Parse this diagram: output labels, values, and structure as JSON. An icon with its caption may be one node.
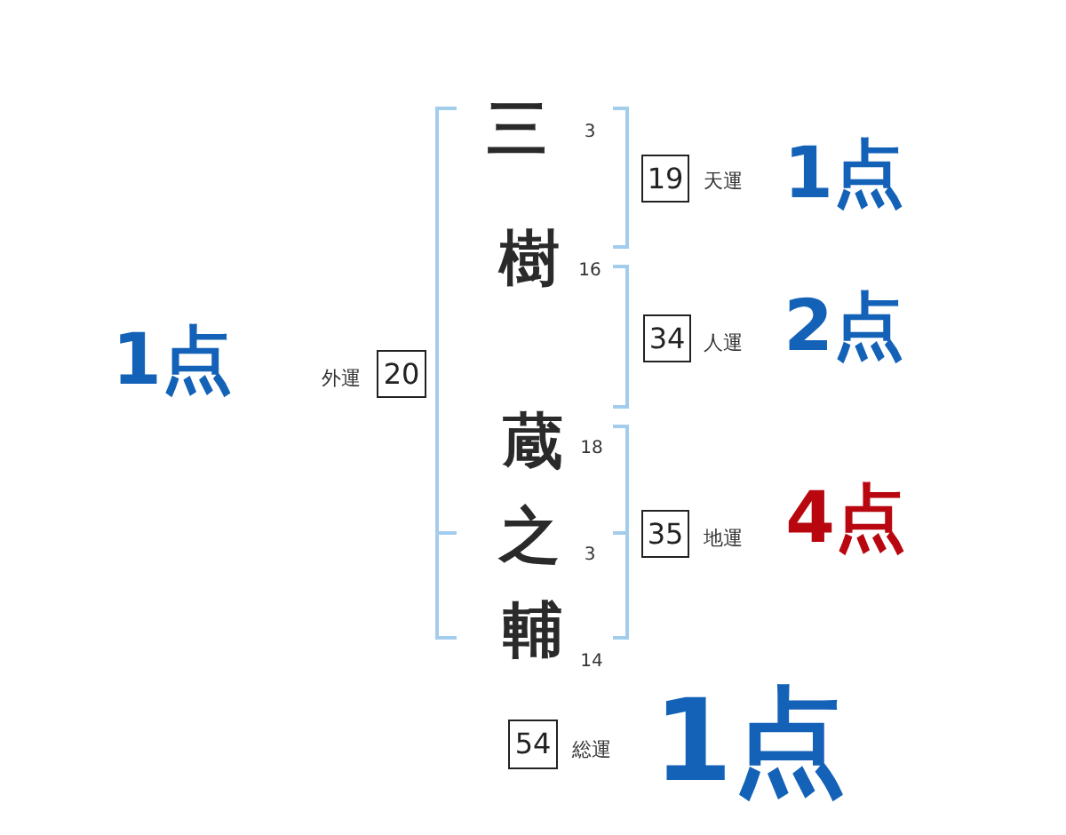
{
  "diagram": {
    "nodes": [
      {
        "text": [
          "19"
        ],
        "beside": [
          "天運",
          "1点"
        ]
      },
      {
        "text": [
          "34"
        ],
        "beside": [
          "人運",
          "2点"
        ]
      },
      {
        "text": [
          "20"
        ],
        "beside": [
          "1点",
          "外運"
        ]
      },
      {
        "text": [
          "35"
        ],
        "beside": [
          "地運",
          "4点"
        ]
      },
      {
        "text": [
          "54"
        ],
        "beside": [
          "総運",
          "1点"
        ]
      }
    ],
    "labels": [
      "三",
      "3",
      "樹",
      "16",
      "蔵",
      "18",
      "之",
      "3",
      "輔",
      "14"
    ]
  }
}
